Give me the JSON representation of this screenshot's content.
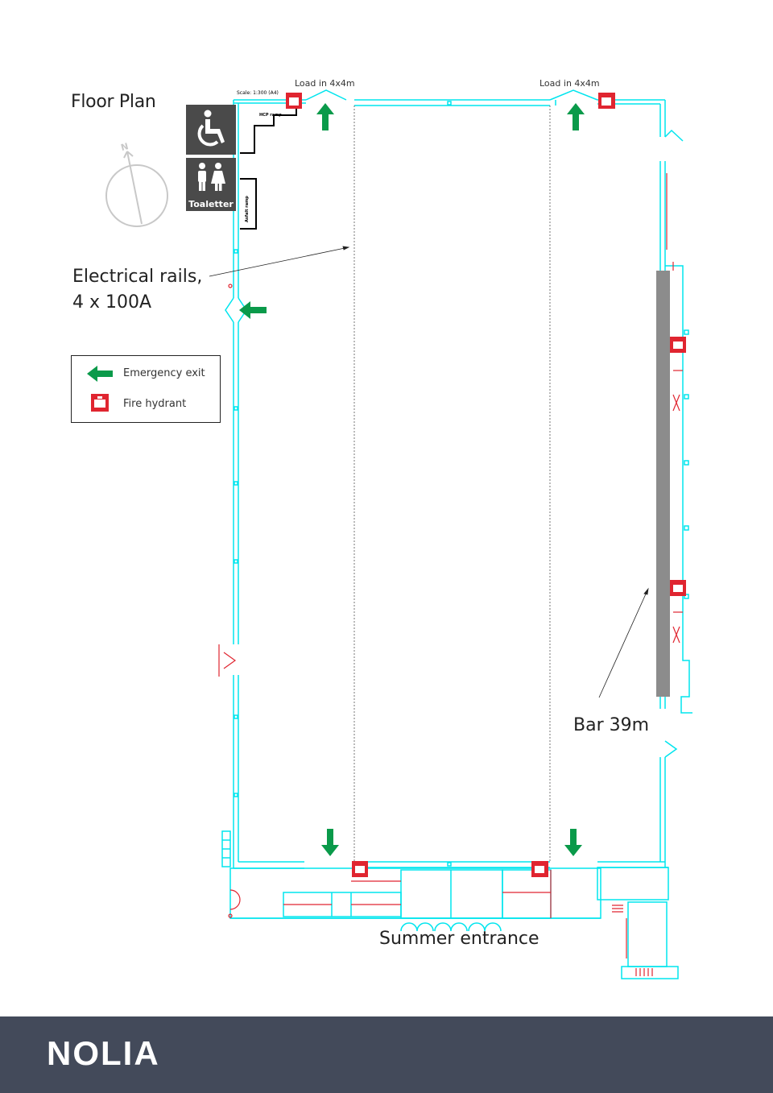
{
  "page_title": "Floor Plan",
  "scale_label": "Scale: 1:300 (A4)",
  "load_in_left": "Load in 4x4m",
  "load_in_right": "Load in 4x4m",
  "electrical_rails": [
    "Electrical rails,",
    "4 x 100A"
  ],
  "bar_label": "Bar 39m",
  "summer_entrance": "Summer entrance",
  "toilets_label": "Toaletter",
  "hcp_ramp": "HCP ramp",
  "asfalt_ramp": "Asfalt ramp",
  "north_label": "N",
  "legend": {
    "emergency_exit": "Emergency exit",
    "fire_hydrant": "Fire hydrant"
  },
  "brand": "NOLIA",
  "colors": {
    "wall": "#00e5ee",
    "exit_arrow": "#0a9a4a",
    "hydrant": "#e02530",
    "bar": "#8c8c8c",
    "footer": "#434a5a"
  }
}
